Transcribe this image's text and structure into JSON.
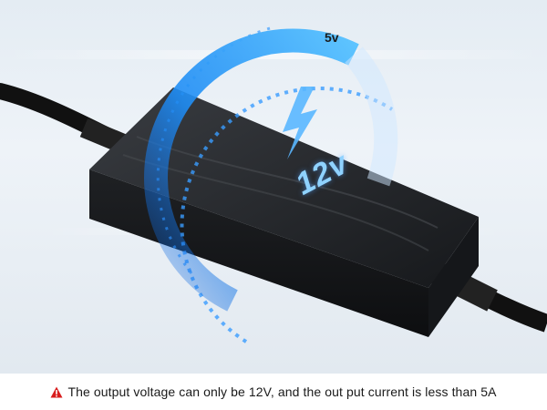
{
  "gauge": {
    "min_label": "5v",
    "value_label": "12v",
    "value_level": 0.62,
    "accent": "#1e90ff"
  },
  "caption": {
    "icon": "warning-triangle-icon",
    "icon_color": "#d81e1e",
    "text": "The output voltage can only be 12V, and the out put current is less than 5A"
  }
}
